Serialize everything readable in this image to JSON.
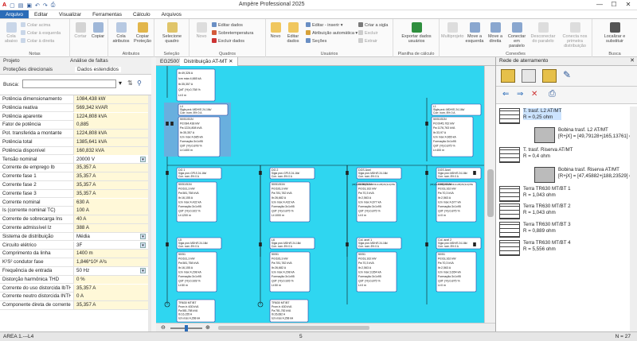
{
  "app": {
    "title": "Ampère Professional 2025"
  },
  "window": {
    "min": "—",
    "max": "☐",
    "close": "✕"
  },
  "menu": [
    "Arquivo",
    "Editar",
    "Visualizar",
    "Ferramentas",
    "Cálculo",
    "Arquivos"
  ],
  "ribbon": {
    "groups": [
      "Notas",
      "Atributos",
      "Quadros",
      "Seleção",
      "Usuários",
      "Planilha de cálculo",
      "Conexões",
      "Busca"
    ],
    "notas": {
      "cola_abaixo": "Cola abaixo",
      "colar_acima": "Colar acima",
      "colar_esquerda": "Colar à esquerda",
      "colar_direita": "Colar à direita",
      "cortar": "Cortar",
      "copiar": "Copiar"
    },
    "atributos": {
      "cola_atributos": "Cola atributos",
      "copiar_protecao": "Copiar Proteção"
    },
    "quadros": {
      "selecione_quadro": "Selecione quadro",
      "novo": "Novo",
      "editar_dados": "Editar dados",
      "sobretemperatura": "Sobretemperatura",
      "excluir_dados": "Excluir dados"
    },
    "usuarios": {
      "novo": "Novo",
      "editar_dados": "Editar dados",
      "editar_inserir": "Editar - inserir",
      "atribuicao_automatica": "Atribuição automática",
      "secoes": "Seções",
      "criar_sigla": "Criar a sigla",
      "excluir": "Excluir",
      "extrair": "Extrair"
    },
    "planilha": {
      "exportar": "Exportar dados usuários"
    },
    "conexoes": {
      "multiprojeto": "Multiprojeto",
      "mover_esquerda": "Move a esquerda",
      "mover_direita": "Move a direita",
      "conectar_paralelo": "Conectar em paralelo",
      "desconectar_paralelo": "Desconectar do paralelo",
      "conecta_primeira": "Conecta nos primeira distribuição"
    },
    "busca": {
      "localizar": "Localizar e substituir"
    }
  },
  "left_panel": {
    "tabs_top": [
      "Projeto",
      "Análise de faltas"
    ],
    "tabs_sub": [
      "Proteções direcionais",
      "Dados estendidos"
    ],
    "search_label": "Busca:",
    "search_value": "",
    "properties": [
      {
        "key": "Potência dimensionamento",
        "value": "1084,438 kW",
        "ro": true
      },
      {
        "key": "Potência reativa",
        "value": "569,342 kVAR",
        "ro": true
      },
      {
        "key": "Potência aparente",
        "value": "1224,808 kVA",
        "ro": true
      },
      {
        "key": "Fator de potência",
        "value": "0,885",
        "ro": true
      },
      {
        "key": "Pot. transferida a montante",
        "value": "1224,808 kVA",
        "ro": true
      },
      {
        "key": "Potência total",
        "value": "1385,641 kVA",
        "ro": true
      },
      {
        "key": "Potência disponível",
        "value": "160,832 kVA",
        "ro": true
      },
      {
        "key": "Tensão nominal",
        "value": "20000 V",
        "ro": false,
        "dd": true
      },
      {
        "key": "Corrente de emprego Ib",
        "value": "35,357 A",
        "ro": true
      },
      {
        "key": "Corrente fase 1",
        "value": "35,357 A",
        "ro": true
      },
      {
        "key": "Corrente fase 2",
        "value": "35,357 A",
        "ro": true
      },
      {
        "key": "Corrente fase 3",
        "value": "35,357 A",
        "ro": true
      },
      {
        "key": "Corrente nominal",
        "value": "630 A",
        "ro": true
      },
      {
        "key": "Is (corrente nominal TC)",
        "value": "100 A",
        "ro": true
      },
      {
        "key": "Corrente de sobrecarga Ins",
        "value": "40 A",
        "ro": true
      },
      {
        "key": "Corrente admissível Iz",
        "value": "388 A",
        "ro": true
      },
      {
        "key": "Sistema de distribuição",
        "value": "Média",
        "ro": false,
        "dd": true
      },
      {
        "key": "Circuito elétrico",
        "value": "3F",
        "ro": false,
        "dd": true
      },
      {
        "key": "Comprimento da linha",
        "value": "1400 m",
        "ro": true
      },
      {
        "key": "K²S² condutor fase",
        "value": "1,846*10⁶ A²s",
        "ro": true
      },
      {
        "key": "Frequência de entrada",
        "value": "50 Hz",
        "ro": false,
        "dd": true
      },
      {
        "key": "Distorção harmônica THD",
        "value": "0 %",
        "ro": true
      },
      {
        "key": "Corrente do uso distorcida IbTH",
        "value": "35,357 A",
        "ro": true
      },
      {
        "key": "Corrente neutro distorcida INTH",
        "value": "0 A",
        "ro": true
      },
      {
        "key": "Componente direta de corrente",
        "value": "35,357 A",
        "ro": true
      }
    ]
  },
  "canvas": {
    "tabs": [
      "EG25007",
      "Distribuição AT-MT"
    ],
    "zoom_icon": "zoom-slider"
  },
  "right_panel": {
    "title": "Rede de aterramento",
    "items": [
      {
        "l1": "T. trasf. L2 AT/MT",
        "l2": "R = 0,25 ohm",
        "sel": true
      },
      {
        "l1": "Bobina trasf. L2 AT/MT",
        "l2": "[R+jX] = [49,79128+j165,13761] ohm"
      },
      {
        "l1": "T. trasf. Riserva AT/MT",
        "l2": "R = 0,4 ohm"
      },
      {
        "l1": "Bobina trasf. Riserva AT/MT",
        "l2": "[R+jX] = [47,45882+j188,23529] ohm"
      },
      {
        "l1": "Terra TR630 MT/BT 1",
        "l2": "R = 1,043 ohm"
      },
      {
        "l1": "Terra TR630 MT/BT 2",
        "l2": "R = 1,043 ohm"
      },
      {
        "l1": "Terra TR630 MT/BT 3",
        "l2": "R = 0,889 ohm"
      },
      {
        "l1": "Terra TR630 MT/BT 4",
        "l2": "R = 5,556 ohm"
      }
    ]
  },
  "status": {
    "left": "AREA 1.---L4",
    "center": "5",
    "right": "N = 27"
  },
  "diagram": {
    "top_text": [
      "Ib:49,326 A",
      "Icm máx:4,665 kA",
      "Ib:35,357 A",
      "QdT (%):0,758 %",
      "Lt:0 m"
    ],
    "l4_box": [
      "L4",
      "Sigla prot.:MDH/S 24-16k/",
      "Corr. nom.:5% 0 A"
    ],
    "l4_data": [
      "50/51/51N",
      "Pd:084,438 kW",
      "Pa:1224,808 kVA",
      "Ib:35,357 A",
      "Icm máx:4,685 kA",
      "Formação:3x1x95",
      "QdT (%):0,878 %",
      "Lt:1400 m"
    ],
    "l1_box": [
      "L1",
      "Sigla prot.:MDH/S 24-16k/",
      "Corr. nom.:5% 0 A"
    ],
    "l1_data": [
      "50/51/51N",
      "Pd:0045,762 kW",
      "Pa:1176,763 kVA",
      "Ib:33,97 A",
      "Icm máx:4,665 kA",
      "Formação:3x1x95",
      "QdT (%):0,875 %",
      "Lt:400 m"
    ],
    "row2": [
      {
        "t": "DG 1",
        "s": "Sigla prot.:GP1S 24-16k/",
        "c": "Corr. nom.:5% 0 A",
        "d": [
          "50/51/51N",
          "Pd:631,3 kW",
          "Pa:581,758 kVA",
          "Ib:16,155 A",
          "Icm máx:4,432 kA",
          "Formação:3x1x95",
          "QdT (%):0,922 %",
          "Lt:1200 m"
        ]
      },
      {
        "t": "DG 2",
        "s": "Sigla prot.:GP1S 24-16k/",
        "c": "Corr. nom.:5% 0 A",
        "d": [
          "50/51/51N",
          "Pd:626,3 kW",
          "Pa:781,782 kVA",
          "Ib:26,682 A",
          "Icm máx:4,432 kA",
          "Formação:3x1x95",
          "QdT (%):0,875 %",
          "Lt:1000 m"
        ]
      },
      {
        "t": "DGS Anel",
        "s": "Sigla prot.:MDH/S 24-16k/",
        "c": "Corr. nom.:5% 0 A",
        "d": [
          "50/51/51N",
          "Pd:63,162 kW",
          "Pa:70,3 kVA",
          "Ib:2,563 A",
          "Icm máx:4,677 kA",
          "Formação:3x1x95",
          "QdT (%):0,875 %",
          "Lt:0 m"
        ]
      },
      {
        "t": "DGS Anel",
        "s": "Sigla prot.:MDH/S 24-16k/",
        "c": "Corr. nom.:5% 0 A",
        "d": [
          "50/51/51N",
          "Pd:63,162 kW",
          "Pa:70,3 kVA",
          "Ib:2,563 A",
          "Icm máx:4,677 kA",
          "Formação:3x1x95",
          "QdT (%):0,875 %",
          "Lt:0 m"
        ]
      }
    ],
    "row3": [
      {
        "t": "L5",
        "s": "Sigla prot.:MDH/S 24-16k/",
        "c": "Corr. nom.:5% 0 A",
        "d": [
          "50/51",
          "Pd:631,3 kW",
          "Pa:581,758 kVA",
          "Ib:16,155 A",
          "Icm máx:4,298 kA",
          "Formação:3x1x95",
          "QdT (%):0,928 %",
          "Lt:50 m"
        ]
      },
      {
        "t": "L6",
        "s": "Sigla prot.:MDH/S 24-16k/",
        "c": "Corr. nom.:5% 0 A",
        "d": [
          "50/51",
          "Pd:626,3 kW",
          "Pa:781,782 kVA",
          "Ib:26,682 A",
          "Icm máx:4,298 kA",
          "Formação:3x1x95",
          "QdT (%):0,926 %",
          "Lt:50 m"
        ]
      },
      {
        "t": "Col. anel 1",
        "s": "Sigla prot.:MDH/S 24-16k/",
        "c": "Corr. nom.:5% 0 A",
        "d": [
          "50/51",
          "Pd:63,162 kW",
          "Pa:70,3 kVA",
          "Ib:2,563 A",
          "Icm máx:3,654 kA",
          "Formação:3x1x95",
          "QdT (%):0,875 %",
          "Lt:0 m"
        ]
      },
      {
        "t": "Col. anel 2",
        "s": "Sigla prot.:MDH/S 24-16k/",
        "c": "Corr. nom.:5% 0 A",
        "d": [
          "50/51",
          "Pd:63,162 kW",
          "Pa:70,3 kVA",
          "Ib:2,563 A",
          "Icm máx:3,654 kA",
          "Formação:3x1x95",
          "QdT (%):0,875 %",
          "Lt:0 m"
        ]
      }
    ],
    "row4": [
      {
        "t": "TR630 MT/BT",
        "d": [
          "Prom.tr.:630 kVA",
          "Pa:581,758 kVA",
          "Ib:16,155 A",
          "Icm máx:4,298 kA"
        ]
      },
      {
        "t": "TR630 MT/BT",
        "d": [
          "Prom.tr.:630 kVA",
          "Pa:781,782 kVA",
          "Ib:26,682 A",
          "Icm máx:4,298 kA"
        ]
      }
    ],
    "mid_label": "(3F)(3x1x95)(3x1x95/3x1x95)/N(3x1)/PE"
  }
}
